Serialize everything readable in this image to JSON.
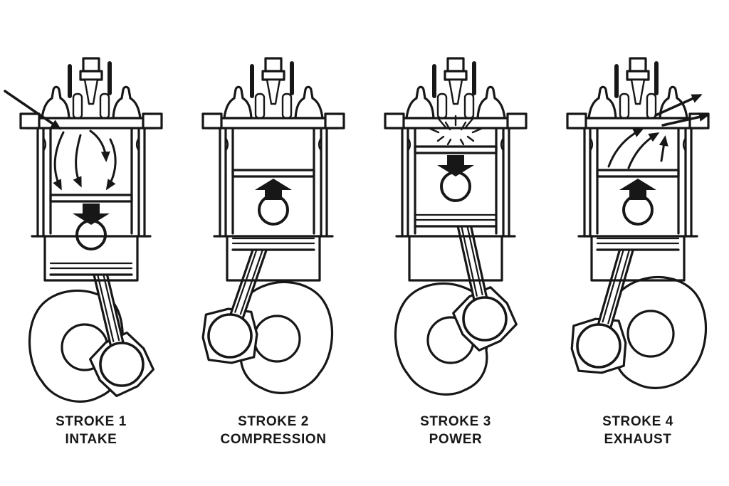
{
  "colors": {
    "background": "#ffffff",
    "ink": "#171717"
  },
  "panels": [
    {
      "id": "stroke-1",
      "title": "STROKE 1",
      "subtitle": "INTAKE",
      "piston_position": "bottom",
      "piston_motion": "down",
      "gas_flow": "intake-swirl"
    },
    {
      "id": "stroke-2",
      "title": "STROKE 2",
      "subtitle": "COMPRESSION",
      "piston_position": "middle",
      "piston_motion": "up",
      "gas_flow": "none"
    },
    {
      "id": "stroke-3",
      "title": "STROKE 3",
      "subtitle": "POWER",
      "piston_position": "top",
      "piston_motion": "down",
      "gas_flow": "combustion-burst"
    },
    {
      "id": "stroke-4",
      "title": "STROKE 4",
      "subtitle": "EXHAUST",
      "piston_position": "middle",
      "piston_motion": "up",
      "gas_flow": "exhaust-out"
    }
  ]
}
